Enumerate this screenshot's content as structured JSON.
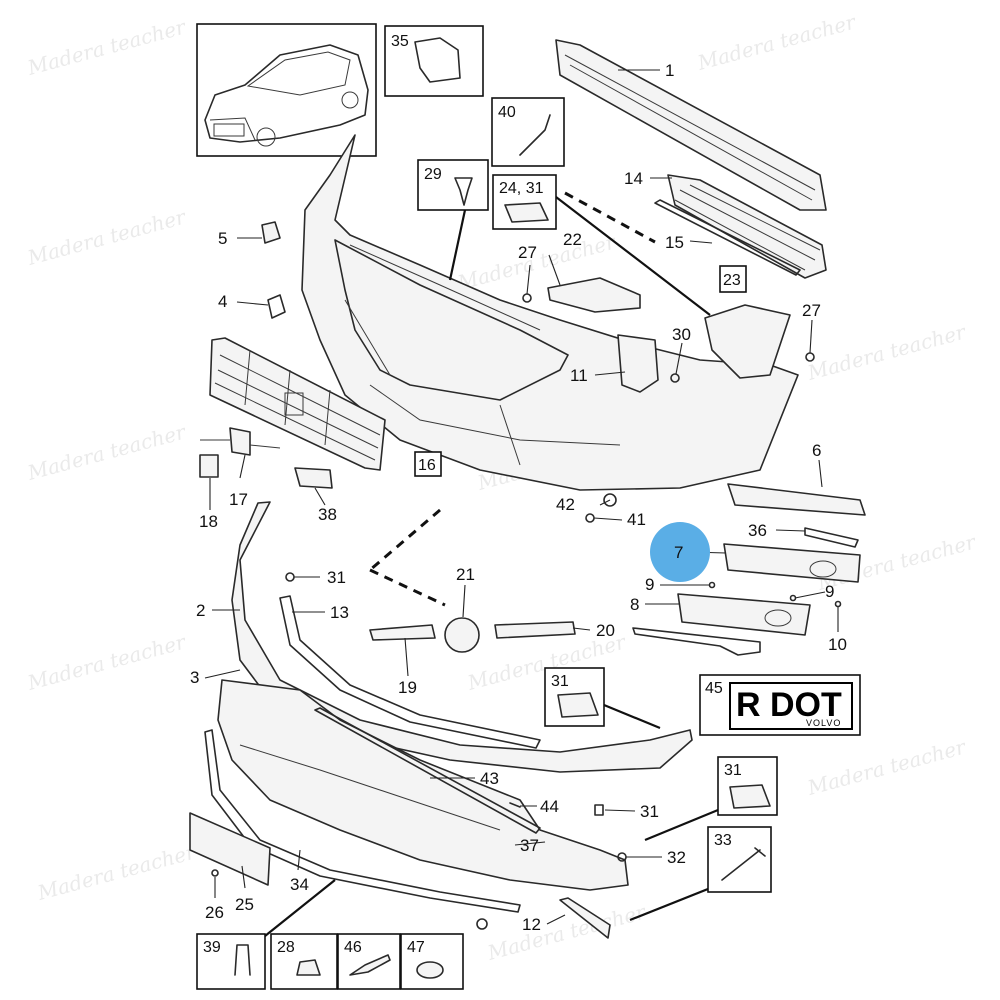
{
  "watermark": "Madera teacher",
  "highlight": {
    "label": "7",
    "color": "#5aaee6"
  },
  "callouts": [
    {
      "id": "c1",
      "label": "1"
    },
    {
      "id": "c2",
      "label": "2"
    },
    {
      "id": "c3",
      "label": "3"
    },
    {
      "id": "c4",
      "label": "4"
    },
    {
      "id": "c5",
      "label": "5"
    },
    {
      "id": "c6",
      "label": "6"
    },
    {
      "id": "c8",
      "label": "8"
    },
    {
      "id": "c9a",
      "label": "9"
    },
    {
      "id": "c9b",
      "label": "9"
    },
    {
      "id": "c10",
      "label": "10"
    },
    {
      "id": "c11",
      "label": "11"
    },
    {
      "id": "c12",
      "label": "12"
    },
    {
      "id": "c13",
      "label": "13"
    },
    {
      "id": "c14",
      "label": "14"
    },
    {
      "id": "c15",
      "label": "15"
    },
    {
      "id": "c17",
      "label": "17"
    },
    {
      "id": "c18",
      "label": "18"
    },
    {
      "id": "c19",
      "label": "19"
    },
    {
      "id": "c20",
      "label": "20"
    },
    {
      "id": "c21",
      "label": "21"
    },
    {
      "id": "c22",
      "label": "22"
    },
    {
      "id": "c25",
      "label": "25"
    },
    {
      "id": "c26",
      "label": "26"
    },
    {
      "id": "c27a",
      "label": "27"
    },
    {
      "id": "c27b",
      "label": "27"
    },
    {
      "id": "c30",
      "label": "30"
    },
    {
      "id": "c31a",
      "label": "31"
    },
    {
      "id": "c31b",
      "label": "31"
    },
    {
      "id": "c32",
      "label": "32"
    },
    {
      "id": "c34",
      "label": "34"
    },
    {
      "id": "c36",
      "label": "36"
    },
    {
      "id": "c37",
      "label": "37"
    },
    {
      "id": "c38",
      "label": "38"
    },
    {
      "id": "c41",
      "label": "41"
    },
    {
      "id": "c42",
      "label": "42"
    },
    {
      "id": "c43",
      "label": "43"
    },
    {
      "id": "c44",
      "label": "44"
    }
  ],
  "boxes": {
    "b35": "35",
    "b40": "40",
    "b29": "29",
    "b2431": "24, 31",
    "b23": "23",
    "b16": "16",
    "b31a": "31",
    "b31b": "31",
    "b33": "33",
    "b39": "39",
    "b28": "28",
    "b46": "46",
    "b47": "47",
    "b45": "45"
  },
  "badge": {
    "text": "R DOT",
    "sub": "VOLVO"
  }
}
